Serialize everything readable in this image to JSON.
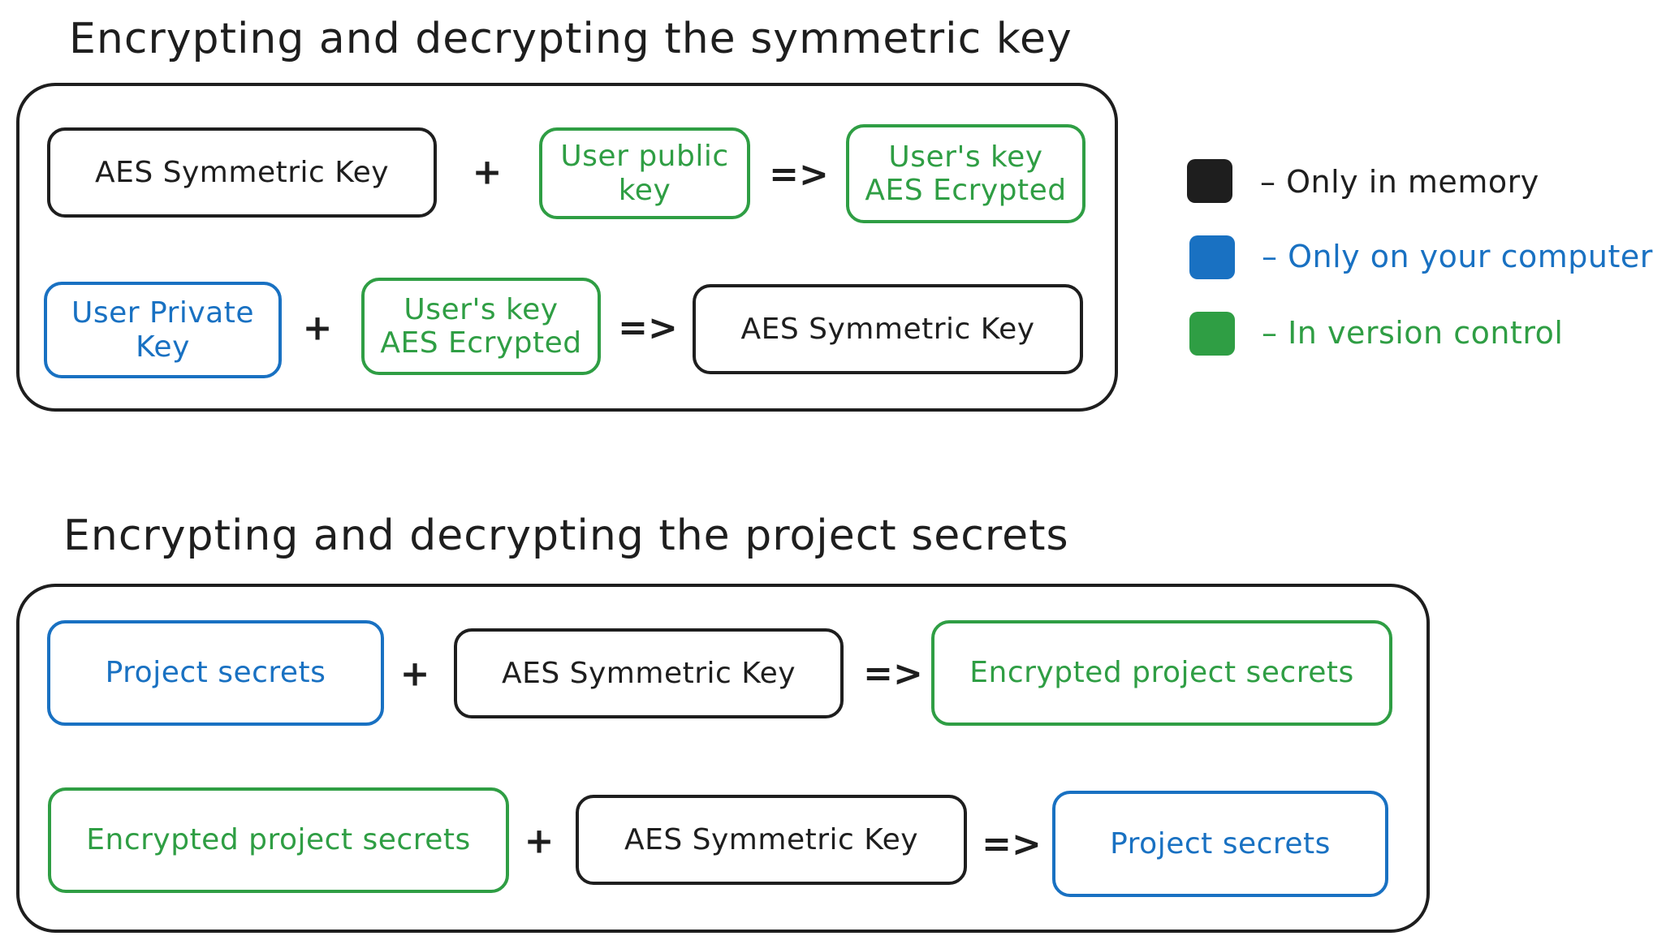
{
  "colors": {
    "memory": "#1e1e1e",
    "computer": "#1971c2",
    "version_control": "#2f9e44"
  },
  "section1": {
    "title": "Encrypting and decrypting the symmetric key",
    "row1": {
      "a": "AES Symmetric Key",
      "op": "+",
      "b": "User public key",
      "arrow": "=>",
      "result": "User's key AES Ecrypted"
    },
    "row2": {
      "a": "User Private Key",
      "op": "+",
      "b": "User's key AES Ecrypted",
      "arrow": "=>",
      "result": "AES Symmetric Key"
    }
  },
  "section2": {
    "title": "Encrypting and decrypting the project secrets",
    "row1": {
      "a": "Project secrets",
      "op": "+",
      "b": "AES Symmetric Key",
      "arrow": "=>",
      "result": "Encrypted project secrets"
    },
    "row2": {
      "a": "Encrypted project secrets",
      "op": "+",
      "b": "AES Symmetric Key",
      "arrow": "=>",
      "result": "Project secrets"
    }
  },
  "legend": [
    {
      "label": "– Only in memory",
      "color": "#1e1e1e"
    },
    {
      "label": "– Only on your computer",
      "color": "#1971c2"
    },
    {
      "label": "– In version control",
      "color": "#2f9e44"
    }
  ]
}
